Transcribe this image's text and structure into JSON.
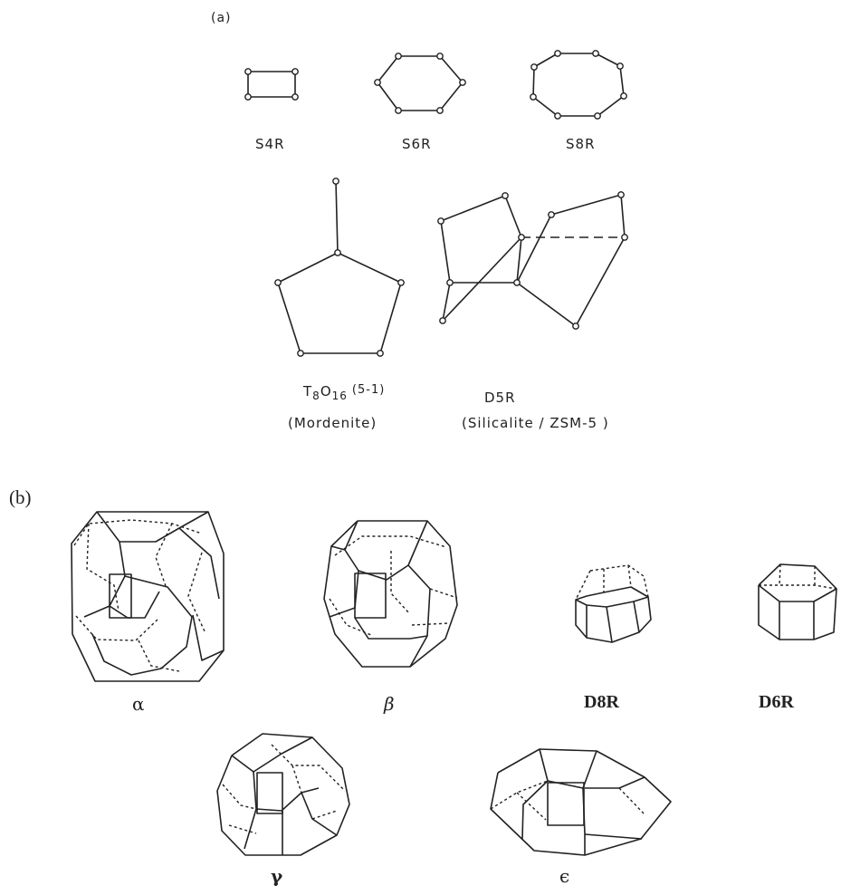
{
  "panel_a": {
    "label": "(a)",
    "s4r": "S4R",
    "s6r": "S6R",
    "s8r": "S8R",
    "t8o16": "T",
    "t8o16_sub1": "8",
    "t8o16_mid": "O",
    "t8o16_sub2": "16",
    "t8o16_tail": "(5-1)",
    "t8o16_note": "(Mordenite)",
    "d5r": "D5R",
    "d5r_note": "(Silicalite / ZSM-5 )"
  },
  "panel_b": {
    "label": "(b)",
    "alpha": "α",
    "beta": "β",
    "d8r": "D8R",
    "d6r": "D6R",
    "gamma": "γ",
    "epsilon": "ϵ"
  }
}
